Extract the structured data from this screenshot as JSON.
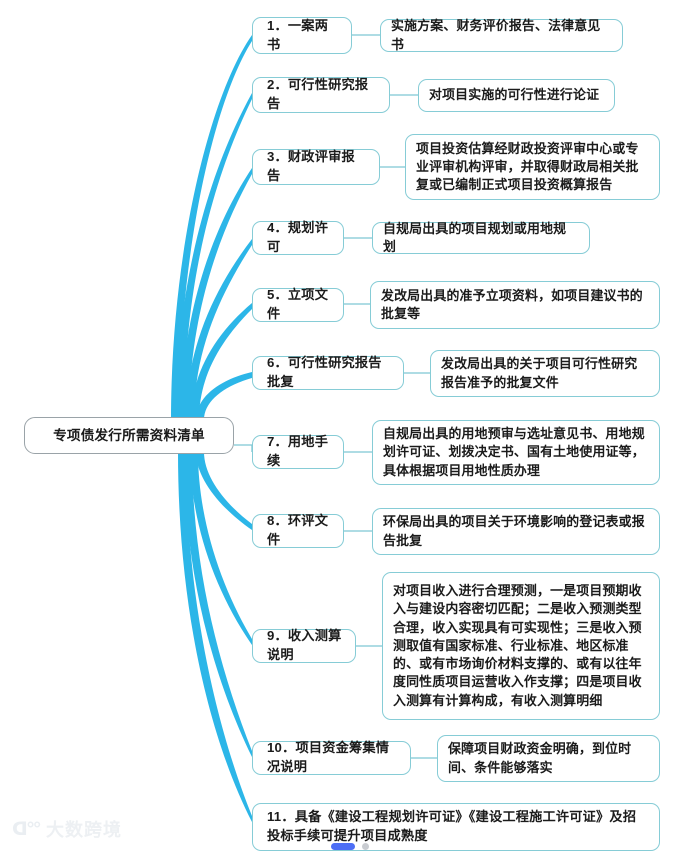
{
  "map": {
    "root": {
      "label": "专项债发行所需资料清单"
    },
    "branches": [
      {
        "index": "1",
        "topic": "1．一案两书",
        "detail": "实施方案、财务评价报告、法律意见书"
      },
      {
        "index": "2",
        "topic": "2．可行性研究报告",
        "detail": "对项目实施的可行性进行论证"
      },
      {
        "index": "3",
        "topic": "3．财政评审报告",
        "detail": "项目投资估算经财政投资评审中心或专业评审机构评审，并取得财政局相关批复或已编制正式项目投资概算报告"
      },
      {
        "index": "4",
        "topic": "4．规划许可",
        "detail": "自规局出具的项目规划或用地规划"
      },
      {
        "index": "5",
        "topic": "5．立项文件",
        "detail": "发改局出具的准予立项资料，如项目建议书的批复等"
      },
      {
        "index": "6",
        "topic": "6．可行性研究报告批复",
        "detail": "发改局出具的关于项目可行性研究报告准予的批复文件"
      },
      {
        "index": "7",
        "topic": "7．用地手续",
        "detail": "自规局出具的用地预审与选址意见书、用地规划许可证、划拨决定书、国有土地使用证等，具体根据项目用地性质办理"
      },
      {
        "index": "8",
        "topic": "8．环评文件",
        "detail": "环保局出具的项目关于环境影响的登记表或报告批复"
      },
      {
        "index": "9",
        "topic": "9．收入测算说明",
        "detail": "对项目收入进行合理预测，一是项目预期收入与建设内容密切匹配；二是收入预测类型合理，收入实现具有可实现性；三是收入预测取值有国家标准、行业标准、地区标准的、或有市场询价材料支撑的、或有以往年度同性质项目运营收入作支撑；四是项目收入测算有计算构成，有收入测算明细"
      },
      {
        "index": "10",
        "topic": "10．项目资金筹集情况说明",
        "detail": "保障项目财政资金明确，到位时间、条件能够落实"
      },
      {
        "index": "11",
        "topic": "11．具备《建设工程规划许可证》《建设工程施工许可证》及招投标手续可提升项目成熟度",
        "detail": ""
      }
    ]
  },
  "watermark": {
    "mark": "ᗡ°°",
    "text": "大数跨境"
  },
  "page_indicator": {
    "dots": [
      "active",
      "inactive"
    ]
  },
  "colors": {
    "branch": "#2cb6e8",
    "node_border": "#86ccd6",
    "root_border": "#9aa3a8",
    "link": "#7dc6d4",
    "indicator_active": "#4d6ef5",
    "indicator_inactive": "#c9ccd1"
  }
}
